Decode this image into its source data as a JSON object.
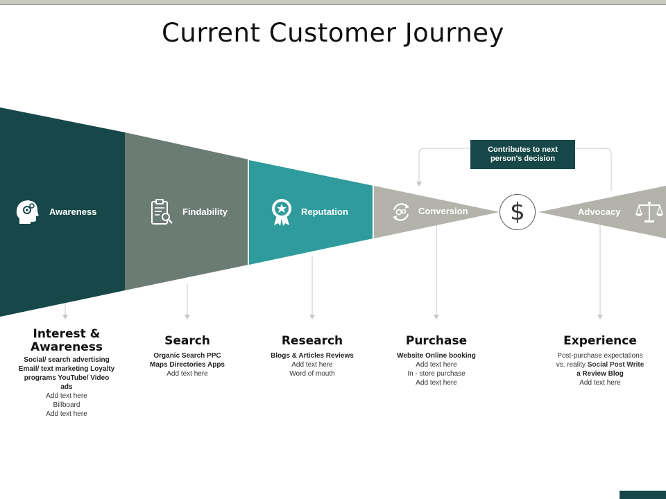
{
  "title": "Current Customer Journey",
  "colors": {
    "awareness": "#174748",
    "findability": "#6b7c74",
    "reputation": "#2f9b9c",
    "conversion": "#b3b3ab",
    "advocacy": "#b3b3ab",
    "callout": "#174748"
  },
  "stages": [
    {
      "label": "Awareness",
      "icon": "head-gears-icon"
    },
    {
      "label": "Findability",
      "icon": "clipboard-search-icon"
    },
    {
      "label": "Reputation",
      "icon": "award-badge-icon"
    },
    {
      "label": "Conversion",
      "icon": "cycle-gears-icon"
    },
    {
      "label": "Advocacy",
      "icon": "scales-icon"
    }
  ],
  "center_symbol": "$",
  "callout": "Contributes to next person's decision",
  "details": [
    {
      "heading": "Interest & Awareness",
      "lines": [
        {
          "text": "Social/ search advertising",
          "bold": true
        },
        {
          "text": "Email/ text marketing Loyalty",
          "bold": true
        },
        {
          "text": "programs YouTube/ Video",
          "bold": true
        },
        {
          "text": "ads",
          "bold": true
        },
        {
          "text": "Add text here",
          "bold": false
        },
        {
          "text": "Billboard",
          "bold": false
        },
        {
          "text": "Add text here",
          "bold": false
        }
      ]
    },
    {
      "heading": "Search",
      "lines": [
        {
          "text": "Organic Search PPC",
          "bold": true
        },
        {
          "text": "Maps Directories Apps",
          "bold": true
        },
        {
          "text": "Add text here",
          "bold": false
        }
      ]
    },
    {
      "heading": "Research",
      "lines": [
        {
          "text": "Blogs & Articles Reviews",
          "bold": true
        },
        {
          "text": "Add text here",
          "bold": false
        },
        {
          "text": "Word of mouth",
          "bold": false
        }
      ]
    },
    {
      "heading": "Purchase",
      "lines": [
        {
          "text": "Website Online booking",
          "bold": true
        },
        {
          "text": "Add text here",
          "bold": false
        },
        {
          "text": "In - store purchase",
          "bold": false
        },
        {
          "text": "Add text here",
          "bold": false
        }
      ]
    },
    {
      "heading": "Experience",
      "lines": [
        {
          "text": "Post-purchase expectations",
          "bold": false
        },
        {
          "text": "vs. reality Social Post Write",
          "bold": "mixed",
          "plain": "vs. reality ",
          "strong": "Social Post Write"
        },
        {
          "text": "a Review Blog",
          "bold": true
        },
        {
          "text": "Add text here",
          "bold": false
        }
      ]
    }
  ]
}
